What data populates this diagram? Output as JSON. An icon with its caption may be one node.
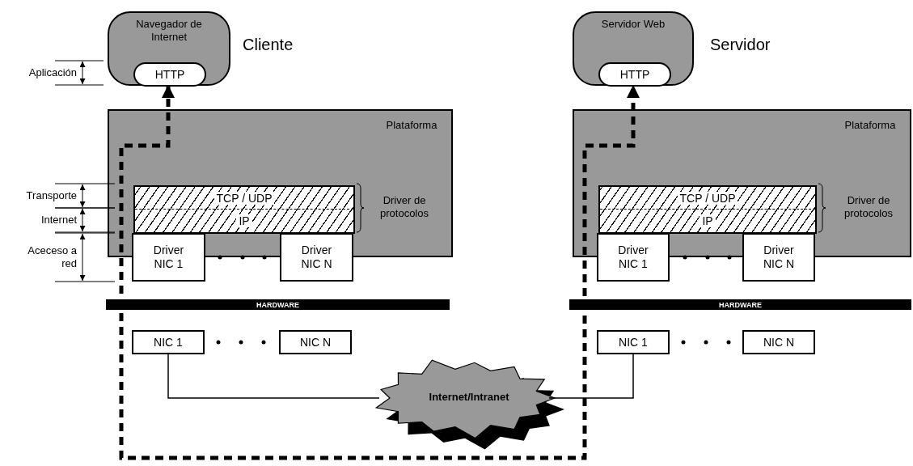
{
  "diagram": {
    "nodes": [
      {
        "text": [
          "Navegador de Internet"
        ],
        "beside": [
          "Cliente"
        ]
      },
      {
        "text": [
          "HTTP"
        ],
        "in": 0
      },
      {
        "text": [
          "Plataforma"
        ]
      },
      {
        "text": [
          "TCP / UDP",
          "IP"
        ],
        "in": 2,
        "beside": [
          "Driver de protocolos"
        ]
      },
      {
        "text": [
          "Driver NIC 1"
        ]
      },
      {
        "text": [
          "Driver NIC N"
        ]
      },
      {
        "text": [
          "HARDWARE"
        ]
      },
      {
        "text": [
          "NIC 1"
        ]
      },
      {
        "text": [
          "NIC N"
        ]
      },
      {
        "text": [
          "Servidor Web"
        ],
        "beside": [
          "Servidor"
        ]
      },
      {
        "text": [
          "HTTP"
        ],
        "in": 9
      },
      {
        "text": [
          "Plataforma"
        ]
      },
      {
        "text": [
          "TCP / UDP",
          "IP"
        ],
        "in": 11,
        "beside": [
          "Driver de protocolos"
        ]
      },
      {
        "text": [
          "Driver NIC 1"
        ]
      },
      {
        "text": [
          "Driver NIC N"
        ]
      },
      {
        "text": [
          "HARDWARE"
        ]
      },
      {
        "text": [
          "NIC 1"
        ]
      },
      {
        "text": [
          "NIC N"
        ]
      },
      {
        "text": [
          "Internet/Intranet"
        ]
      }
    ],
    "edges": [
      {
        "from": 1,
        "to": 10,
        "arrow": "both",
        "style": "dashed"
      },
      {
        "from": 7,
        "to": 18,
        "arrow": "none"
      },
      {
        "from": 18,
        "to": 16,
        "arrow": "none"
      }
    ],
    "labels": [
      "Aplicación",
      "Transporte",
      "Internet",
      "Aceceso a red"
    ]
  }
}
